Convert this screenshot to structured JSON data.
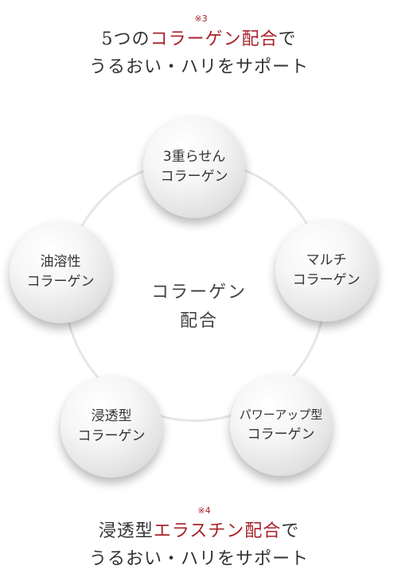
{
  "heading_top": {
    "line1_prefix": "5つの",
    "line1_highlight": "コラーゲン",
    "line1_note": "※3",
    "line1_mid": "配合",
    "line1_suffix": "で",
    "line2": "うるおい・ハリをサポート"
  },
  "center": {
    "line1": "コラーゲン",
    "line2": "配合"
  },
  "bubbles": [
    {
      "line1": "3重らせん",
      "line2": "コラーゲン"
    },
    {
      "line1": "マルチ",
      "line2": "コラーゲン"
    },
    {
      "line1": "パワーアップ型",
      "line2": "コラーゲン"
    },
    {
      "line1": "浸透型",
      "line2": "コラーゲン"
    },
    {
      "line1": "油溶性",
      "line2": "コラーゲン"
    }
  ],
  "heading_bottom": {
    "line1_prefix": "浸透型",
    "line1_highlight": "エラスチン",
    "line1_note": "※4",
    "line1_mid": "配合",
    "line1_suffix": "で",
    "line2": "うるおい・ハリをサポート"
  },
  "colors": {
    "accent": "#a8232c",
    "text": "#333333",
    "ring": "#e6e6e6"
  }
}
